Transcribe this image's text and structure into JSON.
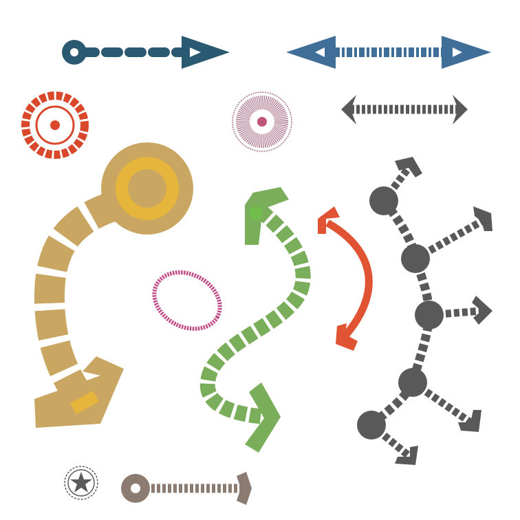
{
  "colors": {
    "teal": "#2a5a72",
    "steel_blue": "#3f6f99",
    "red_orange": "#d9482b",
    "mauve": "#a46a82",
    "dark_gray": "#595959",
    "tan": "#c9a762",
    "gold": "#e6b53b",
    "green": "#7aae5a",
    "light_green": "#6fc24a",
    "magenta": "#c04a86",
    "orange_red": "#e05433",
    "brown_gray": "#8c7b70",
    "white": "#ffffff"
  },
  "shapes": [
    {
      "name": "teal-dashed-arrow",
      "icon": "dashed-arrow-circle-tail"
    },
    {
      "name": "blue-double-arrow",
      "icon": "double-headed-arrow"
    },
    {
      "name": "red-dashed-target",
      "icon": "target"
    },
    {
      "name": "mauve-hatched-target",
      "icon": "target"
    },
    {
      "name": "gray-double-chevron-arrow",
      "icon": "double-headed-chevron-arrow"
    },
    {
      "name": "tan-curved-arrow",
      "icon": "curved-arrow-circle-tail"
    },
    {
      "name": "magenta-dashed-ellipse",
      "icon": "ellipse"
    },
    {
      "name": "green-s-arrow",
      "icon": "s-curve-arrow"
    },
    {
      "name": "red-curved-double-arrow",
      "icon": "curved-double-arrow"
    },
    {
      "name": "gray-branching-arrows",
      "icon": "branching-arrows"
    },
    {
      "name": "star-badge",
      "icon": "star-in-circle"
    },
    {
      "name": "brown-dashed-arrow",
      "icon": "dashed-arrow-circle-tail"
    }
  ]
}
